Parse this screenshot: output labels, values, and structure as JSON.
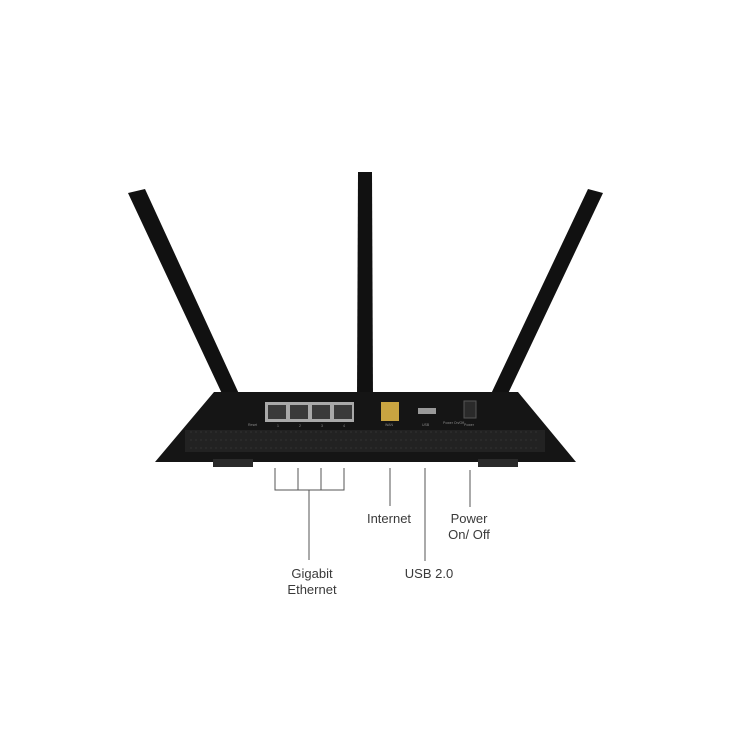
{
  "device": {
    "port_labels": {
      "reset": "Reset",
      "lan1": "1",
      "lan2": "2",
      "lan3": "3",
      "lan4": "4",
      "wan": "WAN",
      "usb": "USB",
      "power_switch": "Power On/Off",
      "power": "Power"
    },
    "colors": {
      "body": "#151515",
      "antenna": "#111111",
      "wan_port": "#c9a441",
      "lan_ports": "#a9a9a9",
      "callout_lines": "#555555"
    }
  },
  "callouts": {
    "gigabit_ethernet": {
      "line1": "Gigabit",
      "line2": "Ethernet"
    },
    "internet": "Internet",
    "usb": "USB 2.0",
    "power": {
      "line1": "Power",
      "line2": "On/ Off"
    }
  }
}
